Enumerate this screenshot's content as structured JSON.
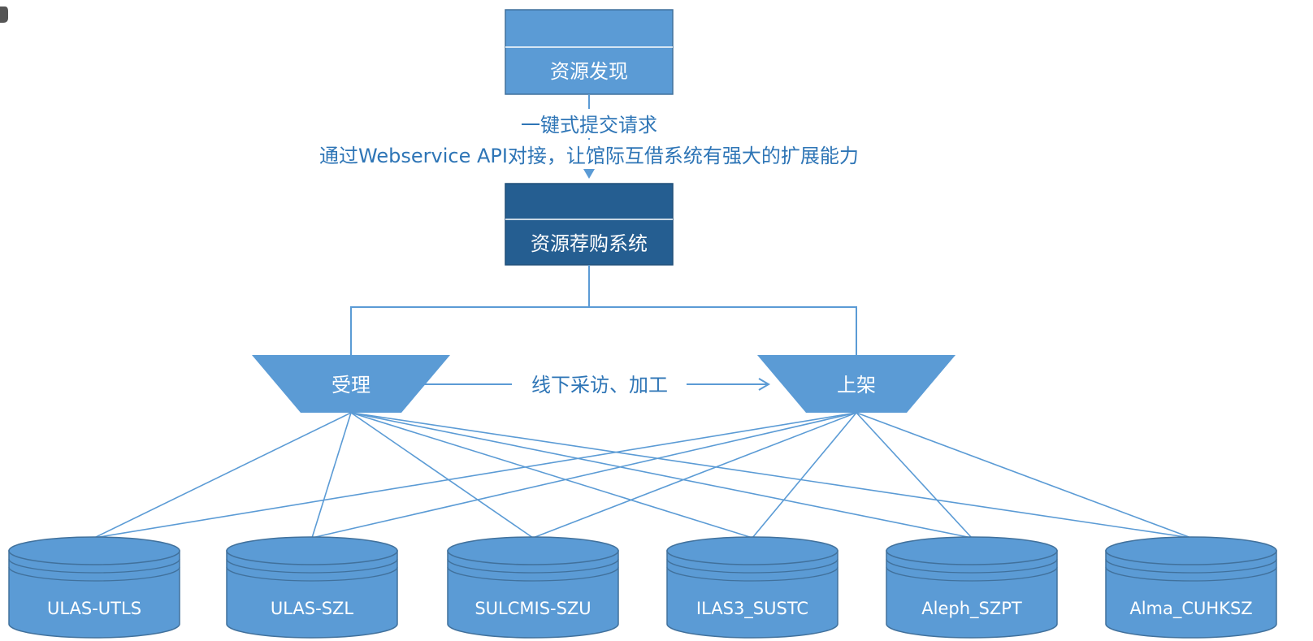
{
  "diagram": {
    "top_box": {
      "label": "资源发现"
    },
    "annotations": {
      "line1": "一键式提交请求",
      "line2": "通过Webservice API对接，让馆际互借系统有强大的扩展能力"
    },
    "mid_box": {
      "label": "资源荐购系统"
    },
    "left_funnel": {
      "label": "受理"
    },
    "right_funnel": {
      "label": "上架"
    },
    "flow_label": "线下采访、加工",
    "databases": [
      {
        "label": "ULAS-UTLS"
      },
      {
        "label": "ULAS-SZL"
      },
      {
        "label": "SULCMIS-SZU"
      },
      {
        "label": "ILAS3_SUSTC"
      },
      {
        "label": "Aleph_SZPT"
      },
      {
        "label": "Alma_CUHKSZ"
      }
    ]
  },
  "colors": {
    "light_blue": "#5b9bd5",
    "dark_blue": "#255e91",
    "line_blue": "#5b9bd5",
    "text_blue": "#2e75b6"
  }
}
